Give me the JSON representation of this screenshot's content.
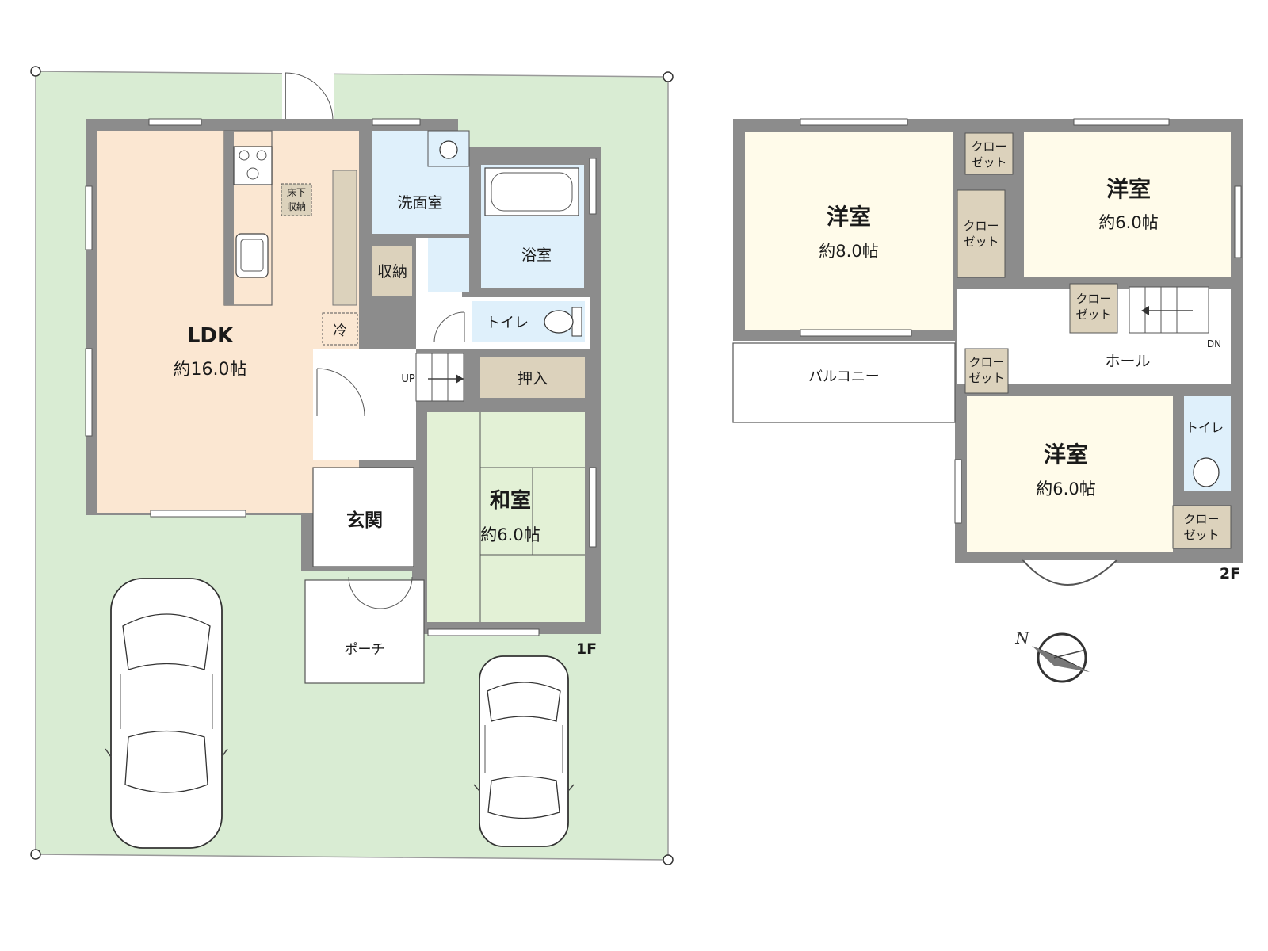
{
  "colors": {
    "lot": "#d9ecd3",
    "ldk": "#fbe7d2",
    "wet": "#dff0fb",
    "storage": "#dcd2bc",
    "tatami": "#e3f1d6",
    "bedroom": "#fffbea",
    "wall": "#8c8c8c"
  },
  "floor1": {
    "label": "1F",
    "ldk": {
      "name": "LDK",
      "area": "約16.0帖"
    },
    "underfloor": "床下\n収納",
    "fridge": "冷",
    "washroom": "洗面室",
    "bath": "浴室",
    "storage": "収納",
    "toilet": "トイレ",
    "oshiire": "押入",
    "stairs_up": "UP",
    "washitsu": {
      "name": "和室",
      "area": "約6.0帖"
    },
    "genkan": "玄関",
    "porch": "ポーチ"
  },
  "floor2": {
    "label": "2F",
    "room_a": {
      "name": "洋室",
      "area": "約8.0帖"
    },
    "room_b": {
      "name": "洋室",
      "area": "約6.0帖"
    },
    "room_c": {
      "name": "洋室",
      "area": "約6.0帖"
    },
    "closet": "クロー\nゼット",
    "balcony": "バルコニー",
    "hall": "ホール",
    "toilet": "トイレ",
    "stairs_down": "DN"
  },
  "compass": {
    "north": "N"
  },
  "icons": [
    "car-icon",
    "bathtub-icon",
    "toilet-icon",
    "sink-icon",
    "stove-icon",
    "compass-icon",
    "door-swing-icon"
  ]
}
